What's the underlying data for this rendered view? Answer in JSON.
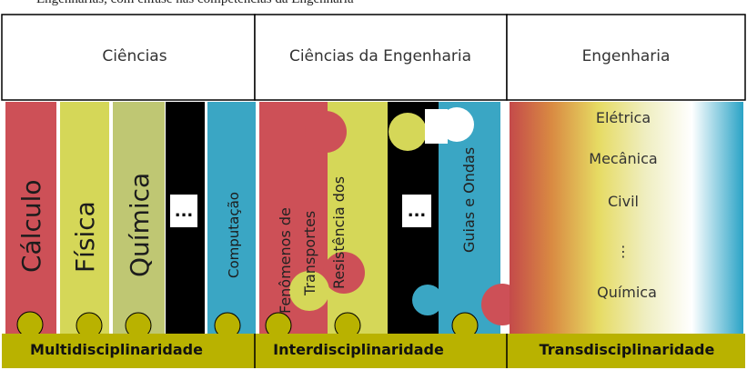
{
  "caption_fragment": "Engenharias, com ênfase nas competências da Engenharia",
  "headers": {
    "ciencias": "Ciências",
    "ciencias_engenharia": "Ciências da Engenharia",
    "engenharia": "Engenharia"
  },
  "ciencias_columns": [
    {
      "label": "Cálculo",
      "color": "#cd5057"
    },
    {
      "label": "Física",
      "color": "#d5d758"
    },
    {
      "label": "Química",
      "color": "#bfc773"
    },
    {
      "label": "...",
      "color": "#000000"
    },
    {
      "label": "Computação",
      "color": "#3aa6c4"
    }
  ],
  "ce_columns": [
    {
      "label_line1": "Fenômenos de",
      "label_line2": "Transportes",
      "color": "#cd5057"
    },
    {
      "label": "Resistência dos",
      "color": "#d5d758"
    },
    {
      "label": "...",
      "color": "#000000"
    },
    {
      "label": "Guias e Ondas",
      "color": "#3aa6c4"
    }
  ],
  "engenharia_list": [
    "Elétrica",
    "Mecânica",
    "Civil",
    "⋮",
    "Química"
  ],
  "footer": {
    "multi": "Multidisciplinaridade",
    "inter": "Interdisciplinaridade",
    "trans": "Transdisciplinaridade",
    "color": "#b9b200"
  },
  "colors": {
    "red": "#cd5057",
    "yellow": "#d5d758",
    "olive": "#bfc773",
    "blue": "#3aa6c4",
    "black": "#000000"
  }
}
